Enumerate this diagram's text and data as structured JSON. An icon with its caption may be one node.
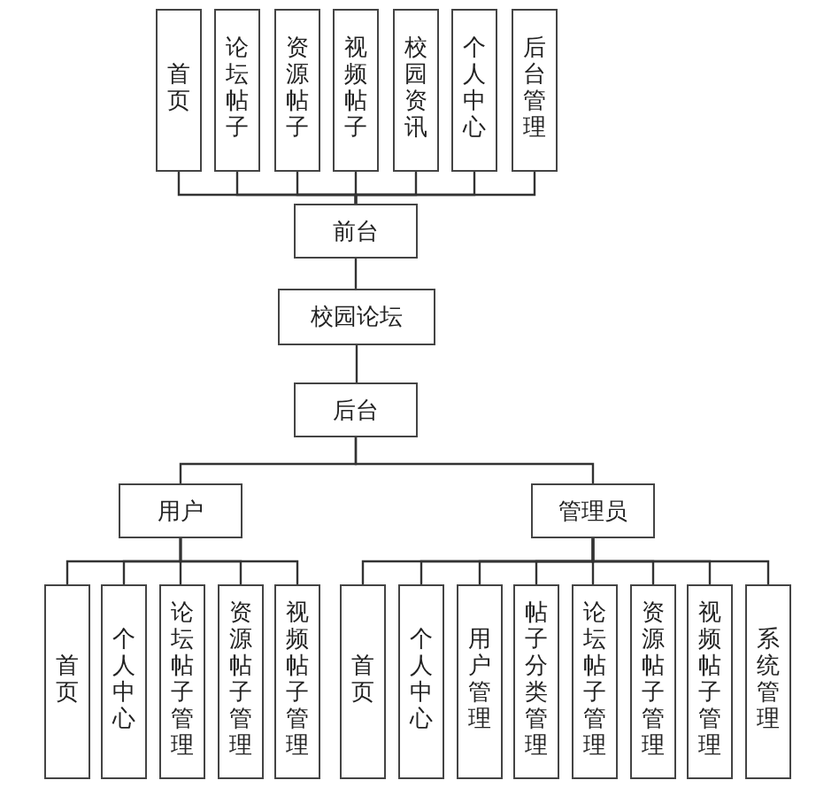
{
  "diagram": {
    "nodes": [
      {
        "text": [
          "首页"
        ]
      },
      {
        "text": [
          "论坛帖子"
        ]
      },
      {
        "text": [
          "资源帖子"
        ]
      },
      {
        "text": [
          "视频帖子"
        ]
      },
      {
        "text": [
          "校园资讯"
        ]
      },
      {
        "text": [
          "个人中心"
        ]
      },
      {
        "text": [
          "后台管理"
        ]
      },
      {
        "text": [
          "前台"
        ]
      },
      {
        "text": [
          "校园论坛"
        ]
      },
      {
        "text": [
          "后台"
        ]
      },
      {
        "text": [
          "用户"
        ]
      },
      {
        "text": [
          "管理员"
        ]
      },
      {
        "text": [
          "首页"
        ]
      },
      {
        "text": [
          "个人中心"
        ]
      },
      {
        "text": [
          "论坛帖子管理"
        ]
      },
      {
        "text": [
          "资源帖子管理"
        ]
      },
      {
        "text": [
          "视频帖子管理"
        ]
      },
      {
        "text": [
          "首页"
        ]
      },
      {
        "text": [
          "个人中心"
        ]
      },
      {
        "text": [
          "用户管理"
        ]
      },
      {
        "text": [
          "帖子分类管理"
        ]
      },
      {
        "text": [
          "论坛帖子管理"
        ]
      },
      {
        "text": [
          "资源帖子管理"
        ]
      },
      {
        "text": [
          "视频帖子管理"
        ]
      },
      {
        "text": [
          "系统管理"
        ]
      }
    ],
    "edges": [
      {
        "from": 7,
        "to": 0,
        "arrow": "none"
      },
      {
        "from": 7,
        "to": 1,
        "arrow": "none"
      },
      {
        "from": 7,
        "to": 2,
        "arrow": "none"
      },
      {
        "from": 7,
        "to": 3,
        "arrow": "none"
      },
      {
        "from": 7,
        "to": 4,
        "arrow": "none"
      },
      {
        "from": 7,
        "to": 5,
        "arrow": "none"
      },
      {
        "from": 7,
        "to": 6,
        "arrow": "none"
      },
      {
        "from": 7,
        "to": 8,
        "arrow": "none"
      },
      {
        "from": 8,
        "to": 9,
        "arrow": "none"
      },
      {
        "from": 9,
        "to": 10,
        "arrow": "none"
      },
      {
        "from": 9,
        "to": 11,
        "arrow": "none"
      },
      {
        "from": 10,
        "to": 12,
        "arrow": "none"
      },
      {
        "from": 10,
        "to": 13,
        "arrow": "none"
      },
      {
        "from": 10,
        "to": 14,
        "arrow": "none"
      },
      {
        "from": 10,
        "to": 15,
        "arrow": "none"
      },
      {
        "from": 10,
        "to": 16,
        "arrow": "none"
      },
      {
        "from": 11,
        "to": 17,
        "arrow": "none"
      },
      {
        "from": 11,
        "to": 18,
        "arrow": "none"
      },
      {
        "from": 11,
        "to": 19,
        "arrow": "none"
      },
      {
        "from": 11,
        "to": 20,
        "arrow": "none"
      },
      {
        "from": 11,
        "to": 21,
        "arrow": "none"
      },
      {
        "from": 11,
        "to": 22,
        "arrow": "none"
      },
      {
        "from": 11,
        "to": 23,
        "arrow": "none"
      },
      {
        "from": 11,
        "to": 24,
        "arrow": "none"
      }
    ]
  }
}
